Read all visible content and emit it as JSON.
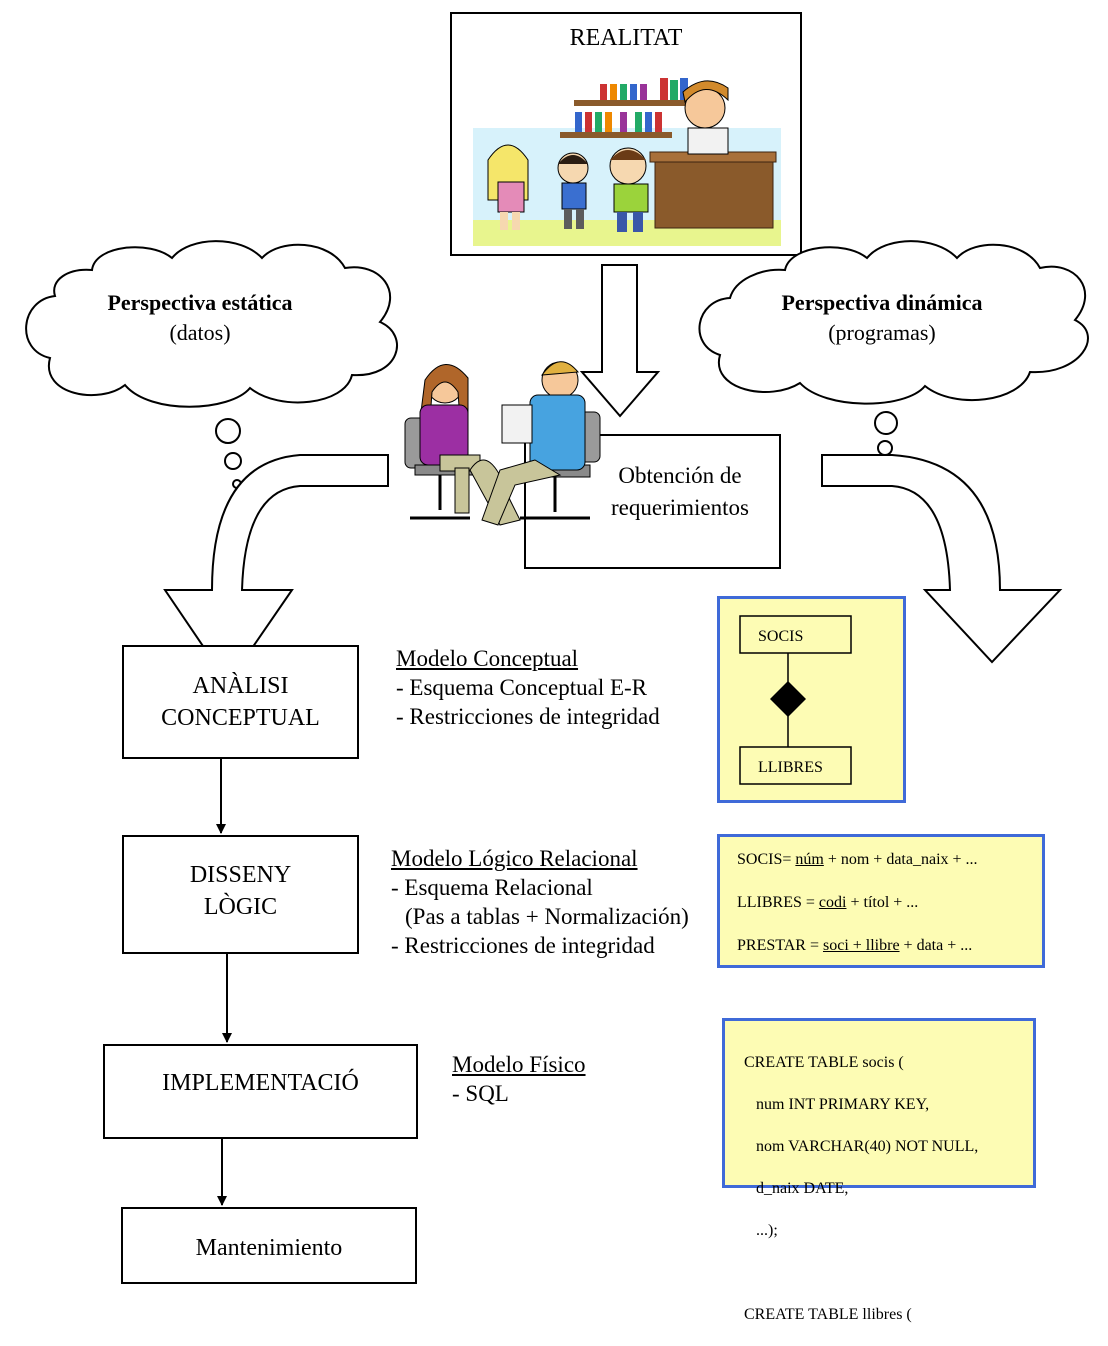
{
  "realitat": {
    "title": "REALITAT"
  },
  "clouds": {
    "static": {
      "title": "Perspectiva estática",
      "sub": "(datos)"
    },
    "dynamic": {
      "title": "Perspectiva dinámica",
      "sub": "(programas)"
    }
  },
  "requirements": {
    "line1": "Obtención de",
    "line2": "requerimientos"
  },
  "phases": {
    "analisi": {
      "line1": "ANÀLISI",
      "line2": "CONCEPTUAL"
    },
    "disseny": {
      "line1": "DISSENY",
      "line2": "LÒGIC"
    },
    "implementacio": {
      "line1": "IMPLEMENTACIÓ"
    },
    "manteniment": {
      "line1": "Mantenimiento"
    }
  },
  "models": {
    "conceptual": {
      "title": "Modelo Conceptual",
      "items": [
        "- Esquema Conceptual E-R",
        "- Restricciones de integridad"
      ]
    },
    "logico": {
      "title": "Modelo Lógico Relacional",
      "items": [
        "- Esquema Relacional",
        "(Pas a tablas + Normalización)",
        "- Restricciones de integridad"
      ]
    },
    "fisico": {
      "title": "Modelo Físico",
      "items": [
        "- SQL"
      ]
    }
  },
  "er": {
    "entity1": "SOCIS",
    "entity2": "LLIBRES"
  },
  "relational": {
    "r1_pre": "SOCIS= ",
    "r1_key": "núm",
    "r1_post": " + nom + data_naix + ...",
    "r2_pre": "LLIBRES = ",
    "r2_key": "codi",
    "r2_post": " + títol + ...",
    "r3_pre": "PRESTAR = ",
    "r3_key": "soci + llibre",
    "r3_post": " + data + ..."
  },
  "sql": {
    "l1": "CREATE TABLE socis (",
    "l2": "   num INT PRIMARY KEY,",
    "l3": "   nom VARCHAR(40) NOT NULL,",
    "l4": "   d_naix DATE,",
    "l5": "   ...);",
    "l6": "CREATE TABLE llibres ("
  },
  "colors": {
    "box_fill": "#fdfcb4",
    "box_border": "#3f6ad8"
  }
}
